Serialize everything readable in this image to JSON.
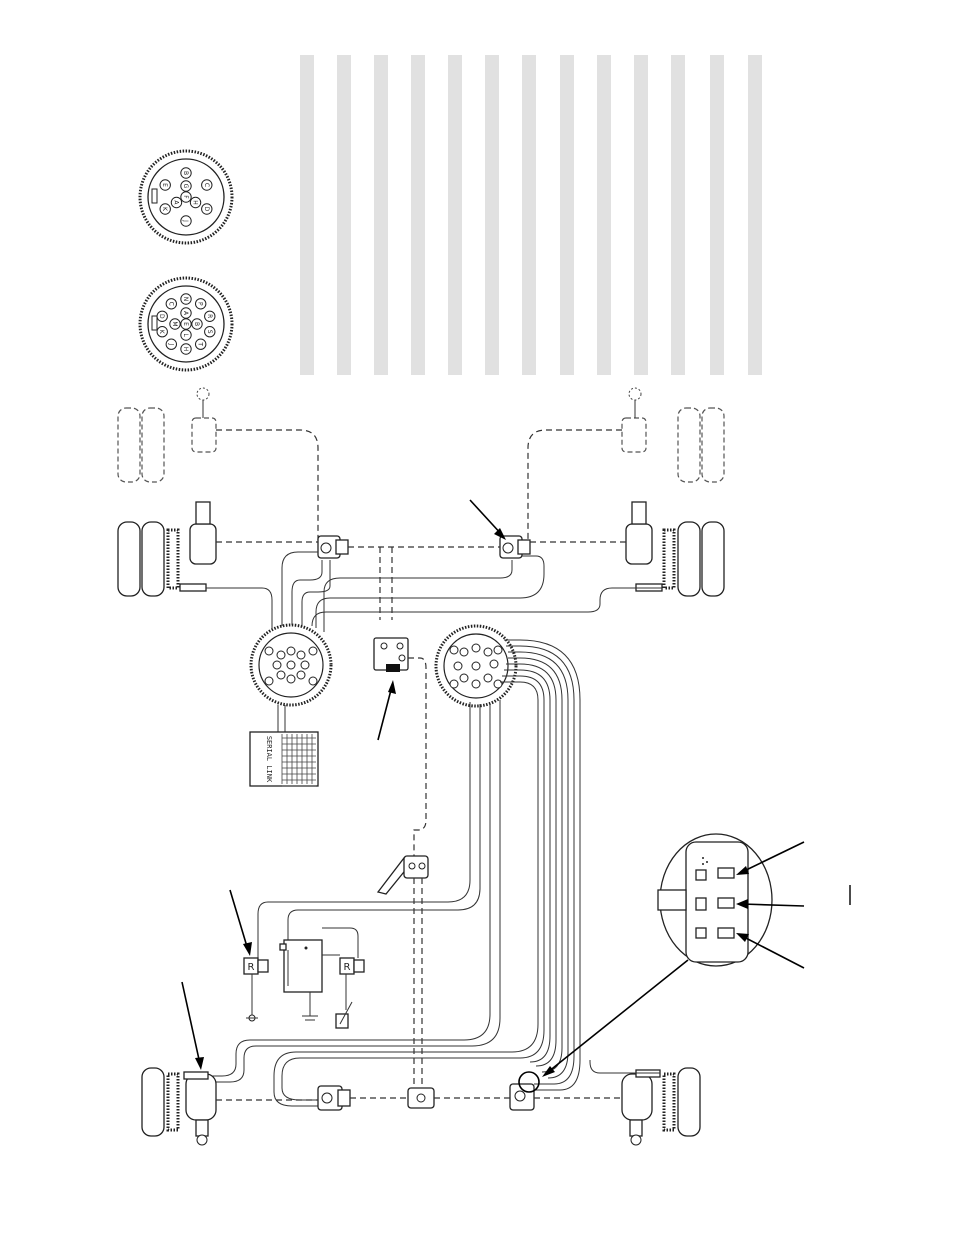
{
  "diagram": {
    "connector_a_pins": [
      "F",
      "G",
      "H",
      "A",
      "B",
      "C",
      "D",
      "J",
      "K",
      "E"
    ],
    "connector_b_pins": [
      "E",
      "A",
      "B",
      "L",
      "M",
      "N",
      "P",
      "R",
      "S",
      "T",
      "H",
      "J",
      "K",
      "D",
      "C"
    ],
    "serial_link_label": "SERIAL LINK",
    "relay_left_label": "R",
    "relay_right_label": "R"
  }
}
